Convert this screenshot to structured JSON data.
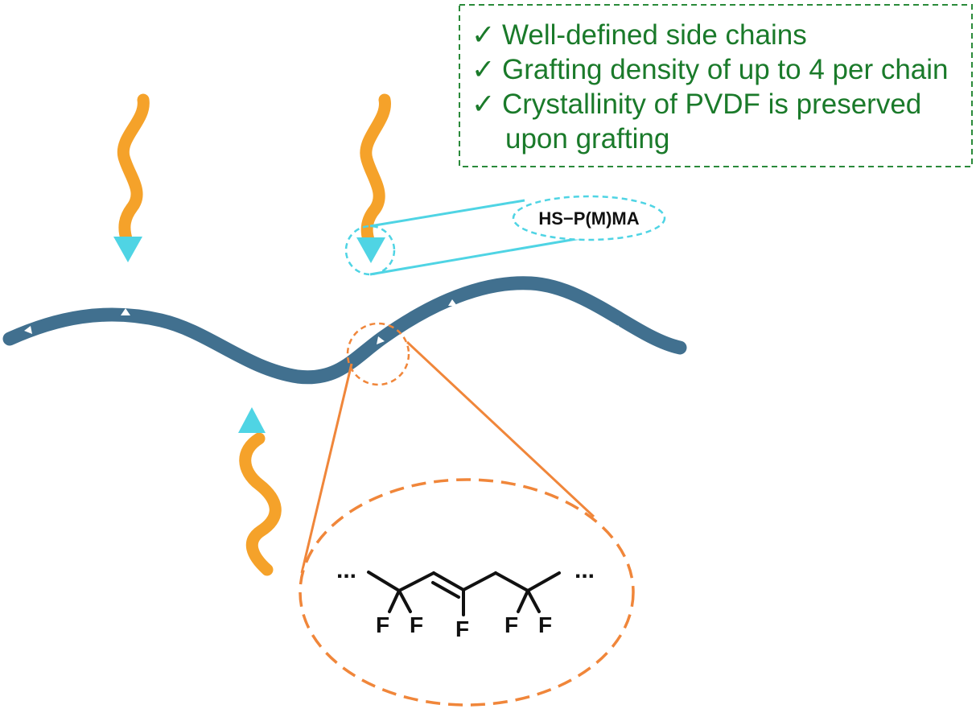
{
  "features_box": {
    "items": [
      {
        "check": "✓",
        "text": "Well-defined side chains"
      },
      {
        "check": "✓",
        "text": "Grafting density of up to 4 per chain"
      },
      {
        "check": "✓",
        "text": "Crystallinity of PVDF is preserved"
      },
      {
        "check": "",
        "text": "upon grafting"
      }
    ]
  },
  "labels": {
    "polymer": "HS−P(M)MA"
  },
  "structure": {
    "dots_left": "...",
    "dots_right": "...",
    "atoms": [
      "F",
      "F",
      "F",
      "F",
      "F"
    ]
  },
  "colors": {
    "backbone": "#41708f",
    "side_chain": "#f5a22a",
    "end_group": "#4fd4e4",
    "zoom": "#f0863a",
    "box_border": "#2a8a3a",
    "box_text": "#1a7a2a"
  }
}
